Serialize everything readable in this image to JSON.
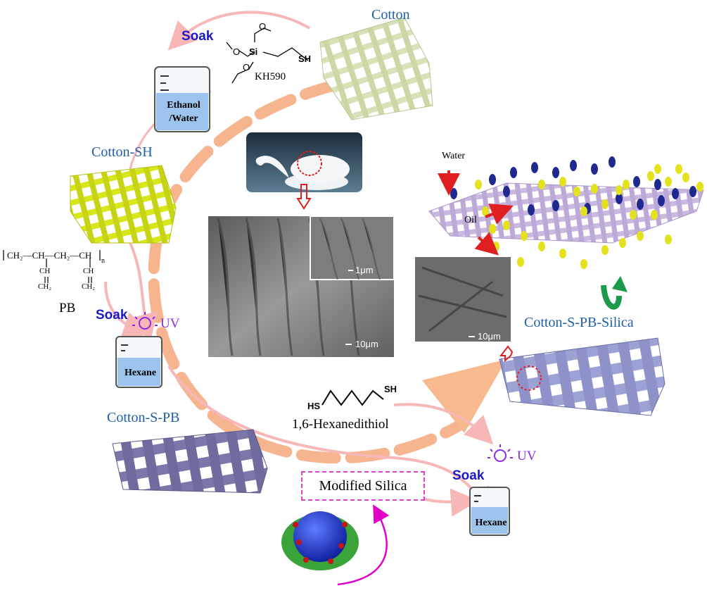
{
  "labels": {
    "cotton": "Cotton",
    "cotton_sh": "Cotton-SH",
    "cotton_s_pb": "Cotton-S-PB",
    "cotton_s_pb_silica": "Cotton-S-PB-Silica",
    "soak": "Soak",
    "uv": "UV",
    "kh590": "KH590",
    "sh": "SH",
    "hs": "HS",
    "si": "Si",
    "o": "O",
    "pb": "PB",
    "pb_n": "n",
    "pb_chain": "CH₂—CH—CH₂—CH",
    "pb_ch": "CH",
    "pb_ch2": "CH₂",
    "hexanedithiol": "1,6-Hexanedithiol",
    "modified_silica": "Modified Silica",
    "ethanol_water": [
      "Ethanol",
      "/Water"
    ],
    "hexane": "Hexane",
    "water": "Water",
    "oil": "Oil",
    "scale_1um": "1μm",
    "scale_10um_a": "10μm",
    "scale_10um_b": "10μm"
  },
  "colors": {
    "title_blue": "#1f5fa8",
    "soak_blue": "#1a18c8",
    "uv_purple": "#8a2be2",
    "arrow_orange": "#f6b48f",
    "arrow_pink": "#f7b7b7",
    "cotton_mesh": "#d7e2b8",
    "sh_mesh": "#d7e61c",
    "pb_mesh": "#7a78a8",
    "silica_mesh": "#8f93c8",
    "water_drop": "#1e2a8f",
    "oil_drop": "#e3e21c",
    "red_arrow": "#e02020",
    "magenta": "#e000c8",
    "green_arrow": "#1a9a4a"
  }
}
